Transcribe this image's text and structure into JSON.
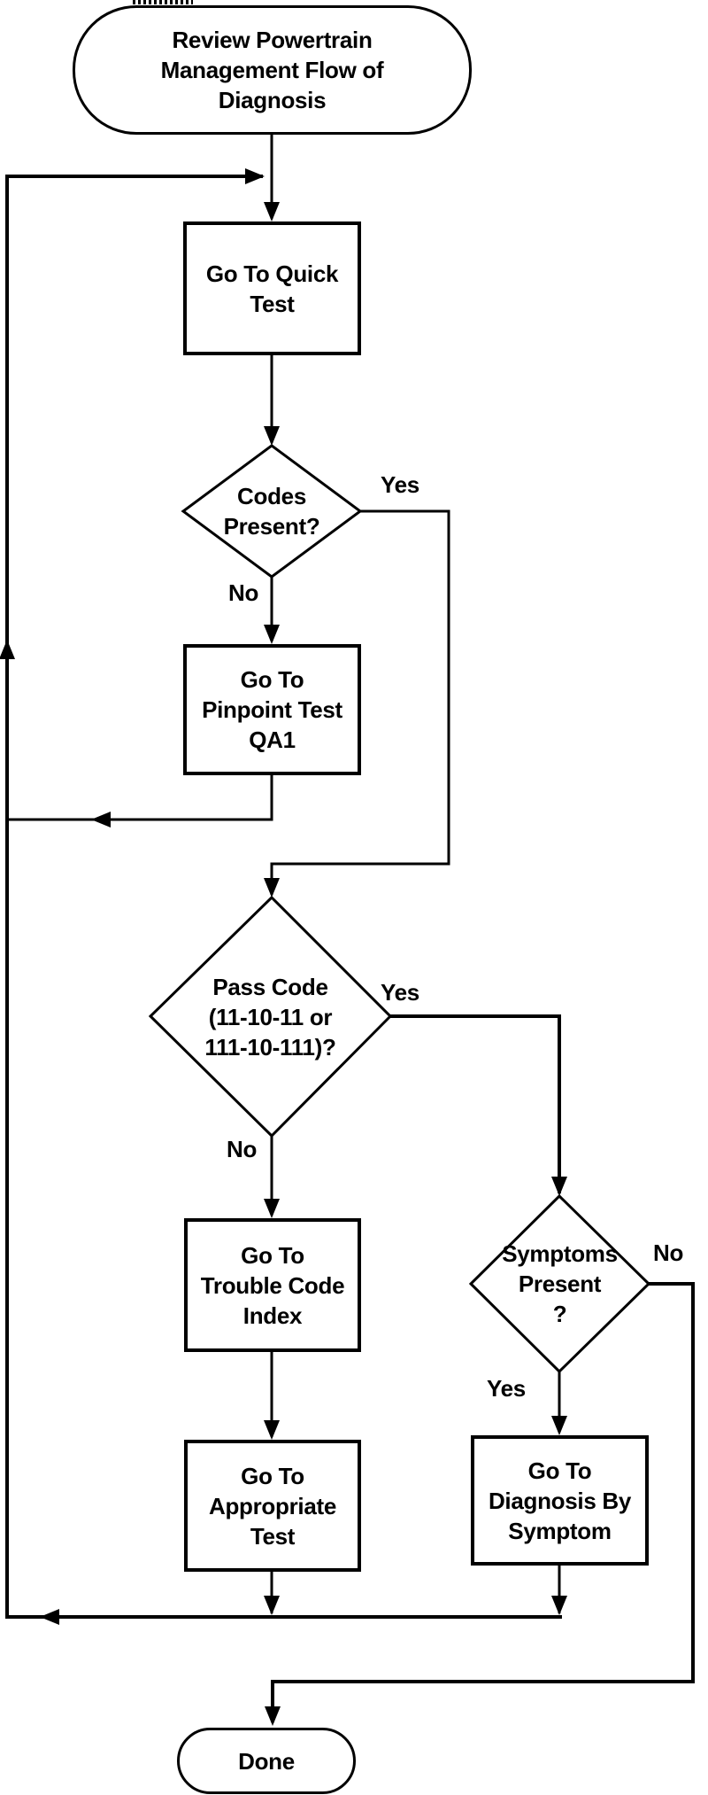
{
  "diagram": {
    "background_color": "#ffffff",
    "ink_color": "#000000",
    "nodes": [
      {
        "id": "start",
        "type": "terminator",
        "label": "Review Powertrain\nManagement Flow of\nDiagnosis"
      },
      {
        "id": "quick-test",
        "type": "process",
        "label": "Go To Quick\nTest"
      },
      {
        "id": "codes-present",
        "type": "decision",
        "label": "Codes\nPresent?"
      },
      {
        "id": "pinpoint-test-qa1",
        "type": "process",
        "label": "Go To\nPinpoint Test\nQA1"
      },
      {
        "id": "pass-code",
        "type": "decision",
        "label": "Pass Code\n(11-10-11 or\n111-10-111)?"
      },
      {
        "id": "trouble-code-index",
        "type": "process",
        "label": "Go To\nTrouble Code\nIndex"
      },
      {
        "id": "appropriate-test",
        "type": "process",
        "label": "Go To\nAppropriate\nTest"
      },
      {
        "id": "symptoms-present",
        "type": "decision",
        "label": "Symptoms\nPresent\n?"
      },
      {
        "id": "diagnosis-by-symptom",
        "type": "process",
        "label": "Go To\nDiagnosis By\nSymptom"
      },
      {
        "id": "done",
        "type": "terminator",
        "label": "Done"
      }
    ],
    "edge_labels": [
      {
        "id": "codes-present-yes",
        "text": "Yes"
      },
      {
        "id": "codes-present-no",
        "text": "No"
      },
      {
        "id": "pass-code-yes",
        "text": "Yes"
      },
      {
        "id": "pass-code-no",
        "text": "No"
      },
      {
        "id": "symptoms-present-no",
        "text": "No"
      },
      {
        "id": "symptoms-present-yes",
        "text": "Yes"
      }
    ]
  }
}
